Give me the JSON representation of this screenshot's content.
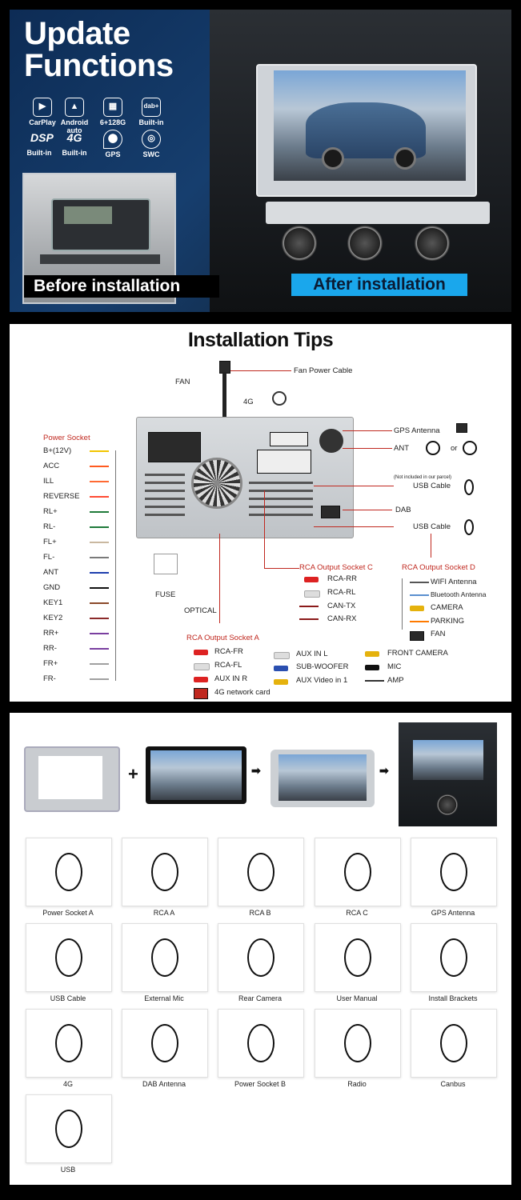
{
  "hero": {
    "title_line1": "Update",
    "title_line2": "Functions",
    "features": [
      {
        "icon": "carplay-icon",
        "glyph": "▶",
        "label": "CarPlay"
      },
      {
        "icon": "android-auto-icon",
        "glyph": "▲",
        "label": "Android auto"
      },
      {
        "icon": "chip-icon",
        "glyph": "▦",
        "label": "6+128G"
      },
      {
        "icon": "dab-icon",
        "glyph": "dab+",
        "label": "Built-in"
      },
      {
        "icon": "dsp-icon",
        "glyph": "DSP",
        "label": "Built-in"
      },
      {
        "icon": "4g-icon",
        "glyph": "4G",
        "label": "Built-in"
      },
      {
        "icon": "gps-icon",
        "glyph": "⬤",
        "label": "GPS"
      },
      {
        "icon": "swc-icon",
        "glyph": "◎",
        "label": "SWC"
      }
    ],
    "before_label": "Before installation",
    "after_label": "After installation",
    "colors": {
      "after_bg": "#1aa7ec",
      "before_bg": "#000000"
    }
  },
  "tips": {
    "title": "Installation Tips",
    "fan": "FAN",
    "fan_power": "Fan Power Cable",
    "g4": "4G",
    "gps": "GPS Antenna",
    "ant": "ANT",
    "or": "or",
    "not_included": "(Not included in our parcel)",
    "usb1": "USB Cable",
    "dab": "DAB",
    "usb2": "USB Cable",
    "fuse": "FUSE",
    "optical": "OPTICAL",
    "power_socket": "Power Socket",
    "power_pins": [
      "B+(12V)",
      "ACC",
      "ILL",
      "REVERSE",
      "RL+",
      "RL-",
      "FL+",
      "FL-",
      "ANT",
      "GND",
      "KEY1",
      "KEY2",
      "RR+",
      "RR-",
      "FR+",
      "FR-"
    ],
    "socket_c": {
      "title": "RCA Output Socket C",
      "items": [
        "RCA-RR",
        "RCA-RL",
        "CAN-TX",
        "CAN-RX"
      ]
    },
    "socket_d": {
      "title": "RCA Output Socket D",
      "items": [
        "WIFI Antenna",
        "Bluetooth Antenna",
        "CAMERA",
        "PARKING",
        "FAN"
      ]
    },
    "socket_a": {
      "title": "RCA Output Socket A",
      "items": [
        "RCA-FR",
        "RCA-FL",
        "AUX IN R",
        "4G network card"
      ]
    },
    "aux": [
      "AUX IN L",
      "SUB-WOOFER",
      "AUX Video in 1"
    ],
    "front": [
      "FRONT CAMERA",
      "MIC",
      "AMP"
    ]
  },
  "parts": {
    "plus": "+",
    "items": [
      "Power Socket A",
      "RCA  A",
      "RCA  B",
      "RCA  C",
      "GPS Antenna",
      "USB Cable",
      "External Mic",
      "Rear Camera",
      "User Manual",
      "Install Brackets",
      "4G",
      "DAB Antenna",
      "Power Socket B",
      "Radio",
      "Canbus",
      "USB"
    ],
    "manual_title": "User Manual"
  }
}
